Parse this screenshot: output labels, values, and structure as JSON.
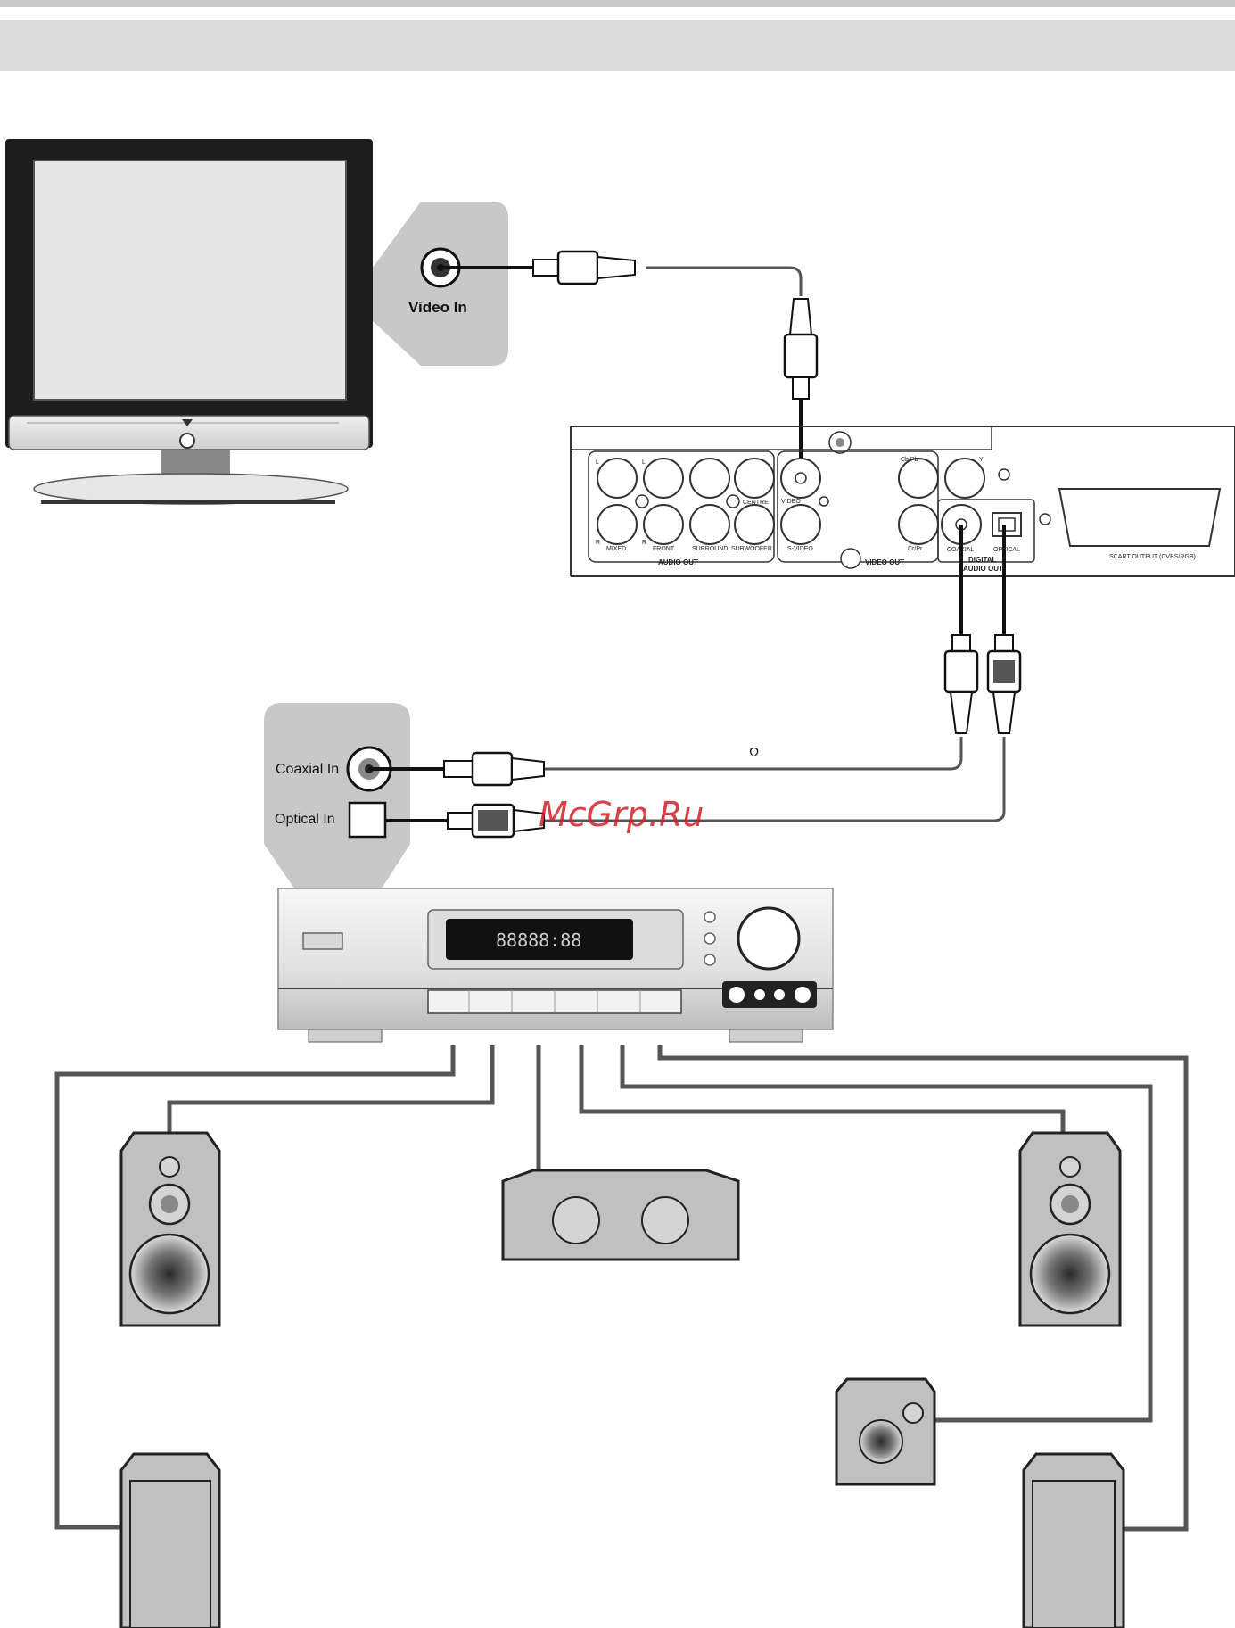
{
  "header": {
    "title": ""
  },
  "tv": {
    "input_label": "Video In"
  },
  "dvd_panel": {
    "labels": {
      "l1": "L",
      "l2": "L",
      "r1": "R",
      "r2": "R",
      "mixed": "MIXED",
      "front": "FRONT",
      "surround": "SURROUND",
      "subwoofer": "SUBWOOFER",
      "centre": "CENTRE",
      "video": "VIDEO",
      "svideo": "S-VIDEO",
      "cbpb": "Cb/Pb",
      "y": "Y",
      "crpr": "Cr/Pr",
      "coaxial": "COAXIAL",
      "optical": "OPTICAL",
      "audio_out": "AUDIO OUT",
      "video_out": "VIDEO OUT",
      "digital": "DIGITAL",
      "digital_audio_out": "AUDIO OUT",
      "scart": "SCART OUTPUT (CVBS/RGB)"
    }
  },
  "receiver": {
    "coaxial_label": "Coaxial In",
    "optical_label": "Optical In",
    "display_text": "88888:88"
  },
  "cable_symbol": "Ω",
  "watermark": "McGrp.Ru",
  "colors": {
    "cable": "#555555",
    "panel_gray": "#c8c8c8",
    "watermark": "#d2202a"
  }
}
